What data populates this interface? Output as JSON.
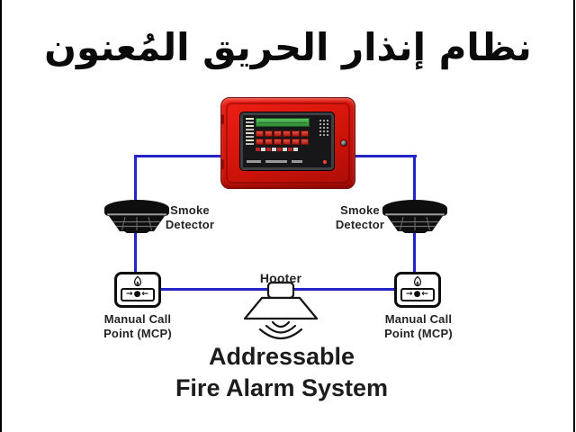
{
  "title": "نظام إنذار الحريق المُعنون",
  "labels": {
    "smoke_left": {
      "line1": "Smoke",
      "line2": "Detector"
    },
    "smoke_right": {
      "line1": "Smoke",
      "line2": "Detector"
    },
    "mcp_left": {
      "line1": "Manual Call",
      "line2": "Point (MCP)"
    },
    "mcp_right": {
      "line1": "Manual Call",
      "line2": "Point (MCP)"
    },
    "hooter": "Hooter"
  },
  "footer": {
    "line1": "Addressable",
    "line2": "Fire Alarm System"
  },
  "icons": {
    "mcp_symbol": "→●←"
  },
  "colors": {
    "background": "#ffffff",
    "wire_blue": "#2424c8",
    "panel_red": "#d8170d",
    "outline_black": "#111111",
    "lcd_green": "#4caf50",
    "text": "#1d1d1d"
  }
}
